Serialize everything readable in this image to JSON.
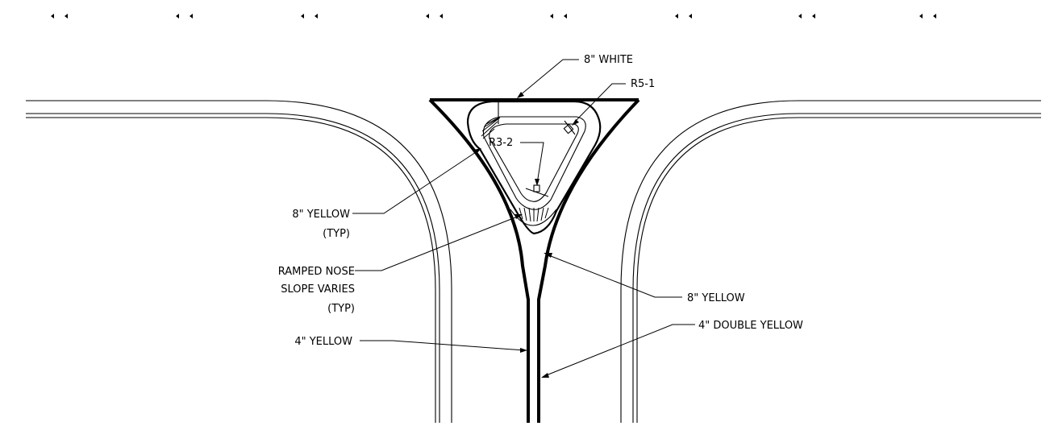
{
  "labels": {
    "white_8": "8\" WHITE",
    "r5_1": "R5-1",
    "r3_2": "R3-2",
    "yellow_8_typ": "8\" YELLOW",
    "typ_1": "(TYP)",
    "ramped_nose": "RAMPED NOSE",
    "slope_varies": "SLOPE VARIES",
    "typ_2": "(TYP)",
    "yellow_4": "4\" YELLOW",
    "yellow_8": "8\" YELLOW",
    "double_yellow_4": "4\" DOUBLE YELLOW"
  },
  "colors": {
    "linework": "#000000",
    "background": "#ffffff"
  }
}
